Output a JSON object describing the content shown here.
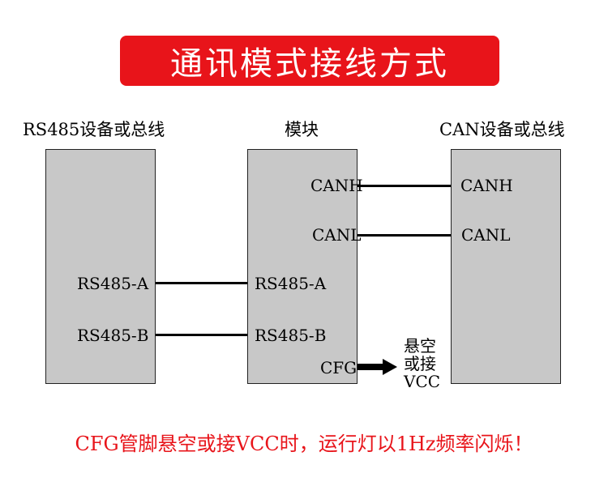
{
  "title": "通讯模式接线方式",
  "labels": {
    "left_device": "RS485设备或总线",
    "module": "模块",
    "right_device": "CAN设备或总线"
  },
  "left_box": {
    "pin_a": "RS485-A",
    "pin_b": "RS485-B"
  },
  "module_box": {
    "canh": "CANH",
    "canl": "CANL",
    "rs485_a": "RS485-A",
    "rs485_b": "RS485-B",
    "cfg": "CFG"
  },
  "right_box": {
    "canh": "CANH",
    "canl": "CANL"
  },
  "cfg_note": {
    "line1": "悬空",
    "line2": "或接",
    "line3": "VCC"
  },
  "footer_note": "CFG管脚悬空或接VCC时，运行灯以1Hz频率闪烁！",
  "colors": {
    "accent": "#e8141a",
    "box_fill": "#c8c8c8"
  }
}
